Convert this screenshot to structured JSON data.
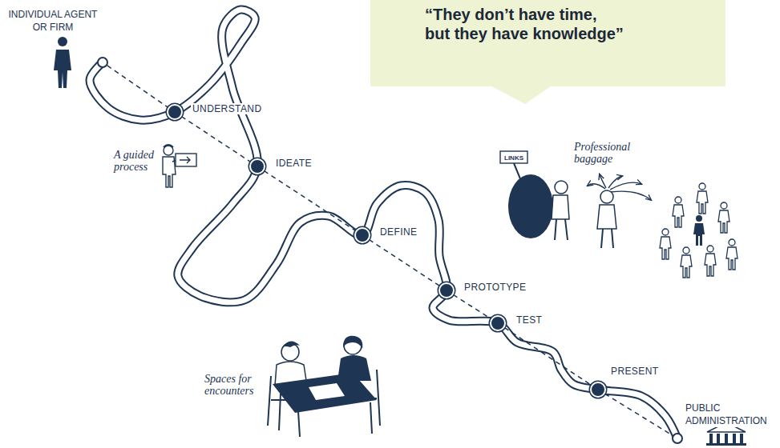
{
  "diagram": {
    "nodes": [
      {
        "text": [
          "INDIVIDUAL AGENT OR FIRM"
        ]
      },
      {
        "text": [
          "UNDERSTAND"
        ]
      },
      {
        "text": [
          "IDEATE"
        ]
      },
      {
        "text": [
          "DEFINE"
        ]
      },
      {
        "text": [
          "PROTOTYPE"
        ]
      },
      {
        "text": [
          "TEST"
        ]
      },
      {
        "text": [
          "PRESENT"
        ]
      },
      {
        "text": [
          "PUBLIC ADMINISTRATION"
        ]
      },
      {
        "text": [
          "“They don’t have time, but they have knowledge”"
        ]
      }
    ],
    "edges": [
      {
        "from": 0,
        "to": 1,
        "arrow": "none"
      },
      {
        "from": 1,
        "to": 2,
        "arrow": "none"
      },
      {
        "from": 2,
        "to": 3,
        "arrow": "none"
      },
      {
        "from": 3,
        "to": 4,
        "arrow": "none"
      },
      {
        "from": 4,
        "to": 5,
        "arrow": "none"
      },
      {
        "from": 5,
        "to": 6,
        "arrow": "none"
      },
      {
        "from": 6,
        "to": 7,
        "arrow": "none"
      }
    ],
    "labels": [
      "A guided process",
      "Spaces for encounters",
      "Professional baggage",
      "LINKS"
    ]
  }
}
